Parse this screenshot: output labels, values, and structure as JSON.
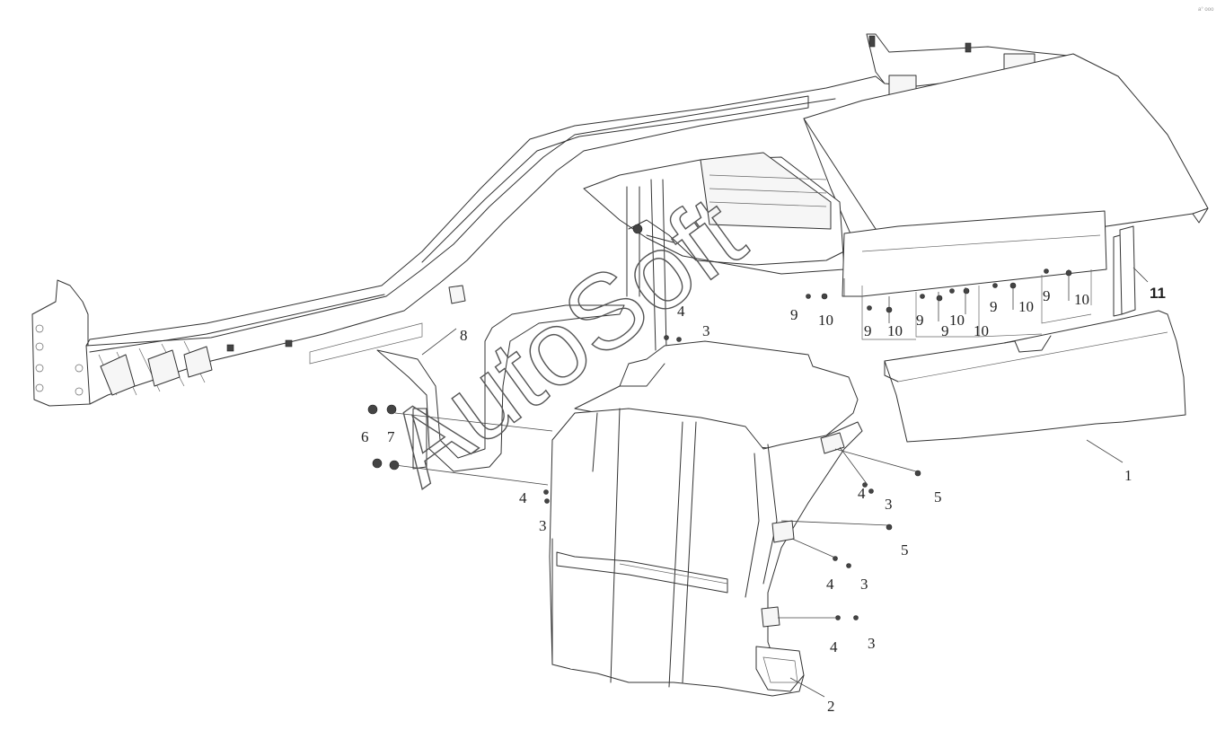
{
  "watermark": "AutoSoft",
  "corner_code": "a° ooo",
  "labels": {
    "p1": "1",
    "p2": "2",
    "p3": "3",
    "p4": "4",
    "p5": "5",
    "p6": "6",
    "p7": "7",
    "p8": "8",
    "p9": "9",
    "p10": "10",
    "p11": "11"
  }
}
